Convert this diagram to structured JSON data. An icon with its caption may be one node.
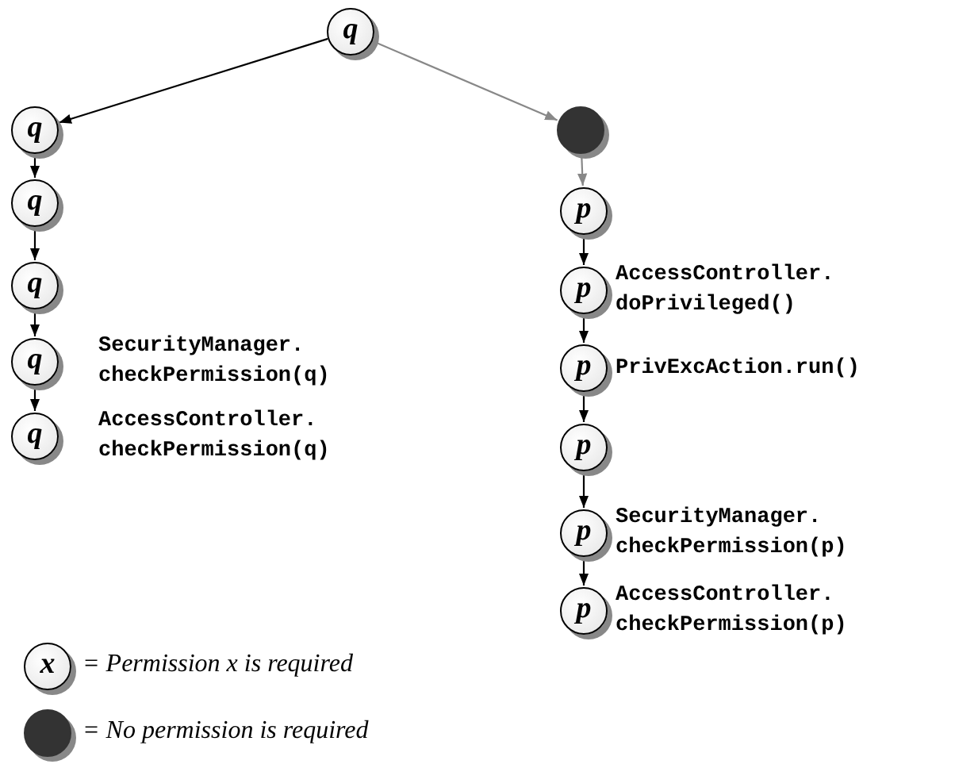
{
  "diagram": {
    "nodes": [
      {
        "text": [
          "q"
        ]
      },
      {
        "text": [
          "q"
        ]
      },
      {
        "text": [
          "q"
        ]
      },
      {
        "text": [
          "q"
        ]
      },
      {
        "text": [
          "q"
        ],
        "beside": [
          "SecurityManager. checkPermission(q)"
        ]
      },
      {
        "text": [
          "q"
        ],
        "beside": [
          "AccessController. checkPermission(q)"
        ]
      },
      {
        "text": [],
        "shape": "circle"
      },
      {
        "text": [
          "p"
        ]
      },
      {
        "text": [
          "p"
        ],
        "beside": [
          "AccessController. doPrivileged()"
        ]
      },
      {
        "text": [
          "p"
        ],
        "beside": [
          "PrivExcAction.run()"
        ]
      },
      {
        "text": [
          "p"
        ]
      },
      {
        "text": [
          "p"
        ],
        "beside": [
          "SecurityManager. checkPermission(p)"
        ]
      },
      {
        "text": [
          "p"
        ],
        "beside": [
          "AccessController. checkPermission(p)"
        ]
      }
    ],
    "edges": [
      {
        "from": 0,
        "to": 1,
        "arrow": "to"
      },
      {
        "from": 1,
        "to": 2,
        "arrow": "to"
      },
      {
        "from": 2,
        "to": 3,
        "arrow": "to"
      },
      {
        "from": 3,
        "to": 4,
        "arrow": "to"
      },
      {
        "from": 4,
        "to": 5,
        "arrow": "to"
      },
      {
        "from": 0,
        "to": 6,
        "arrow": "to",
        "color": "#888888"
      },
      {
        "from": 6,
        "to": 7,
        "arrow": "to",
        "color": "#888888"
      },
      {
        "from": 7,
        "to": 8,
        "arrow": "to"
      },
      {
        "from": 8,
        "to": 9,
        "arrow": "to"
      },
      {
        "from": 9,
        "to": 10,
        "arrow": "to"
      },
      {
        "from": 10,
        "to": 11,
        "arrow": "to"
      },
      {
        "from": 11,
        "to": 12,
        "arrow": "to"
      }
    ],
    "labels": [
      "x"
    ],
    "legend": [
      {
        "text": "= Permission x is required"
      },
      {
        "text": "= No permission is required",
        "color": "#333333"
      }
    ]
  }
}
